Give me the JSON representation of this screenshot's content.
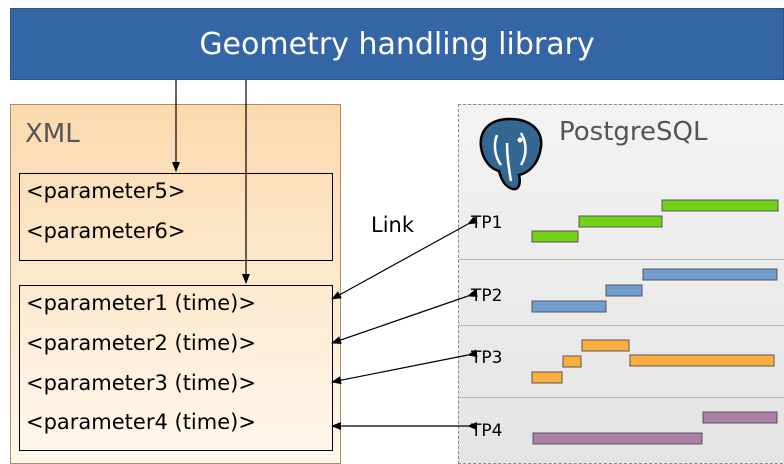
{
  "header": {
    "title": "Geometry handling library"
  },
  "xml": {
    "title": "XML",
    "group1": [
      "<parameter5>",
      "<parameter6>"
    ],
    "group2": [
      "<parameter1 (time)>",
      "<parameter2 (time)>",
      "<parameter3 (time)>",
      "<parameter4 (time)>"
    ]
  },
  "link_label": "Link",
  "postgres": {
    "title": "PostgreSQL",
    "logo": "postgresql-elephant-icon",
    "rows": [
      {
        "label": "TP1",
        "color": "#73d216"
      },
      {
        "label": "TP2",
        "color": "#729fcf"
      },
      {
        "label": "TP3",
        "color": "#fcaf3e"
      },
      {
        "label": "TP4",
        "color": "#ad7fa8"
      }
    ]
  }
}
